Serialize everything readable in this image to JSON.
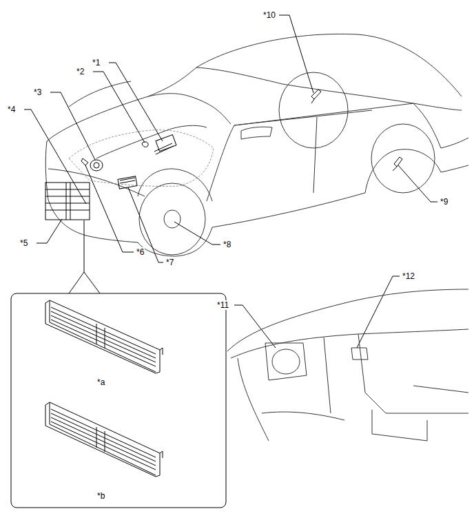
{
  "diagram": {
    "labels": [
      "*10",
      "*1",
      "*2",
      "*3",
      "*4",
      "*5",
      "*6",
      "*7",
      "*8",
      "*9",
      "*11",
      "*12",
      "*a",
      "*b"
    ]
  }
}
